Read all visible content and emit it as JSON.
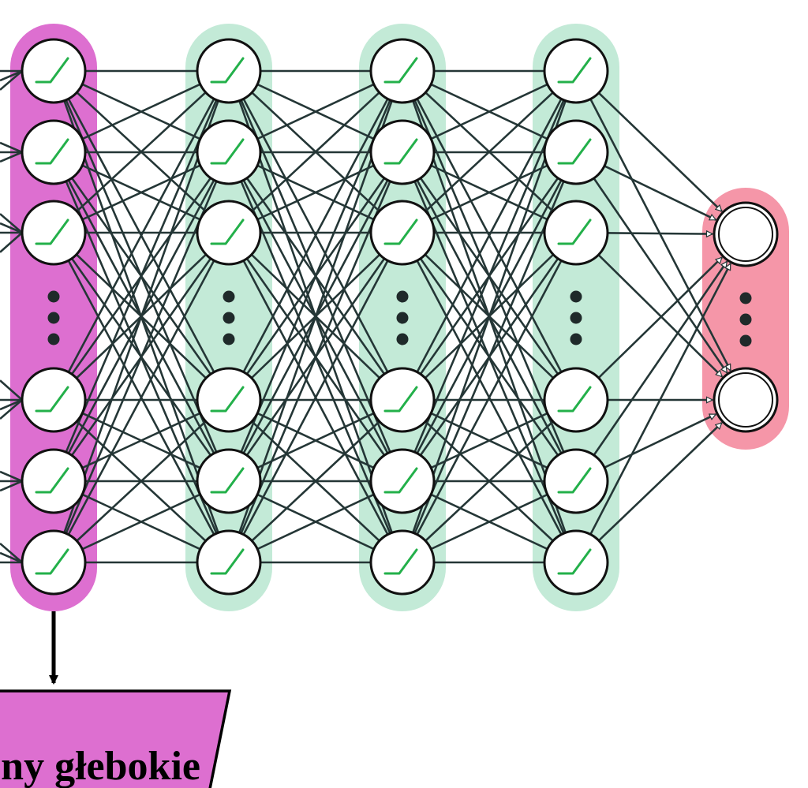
{
  "diagram": {
    "box_label": "ny głebokie",
    "colors": {
      "highlight_layer": "#dd6fd0",
      "hidden_layer": "#c3ead7",
      "output_layer": "#f596a8",
      "edge": "#243636",
      "node_stroke": "#111111",
      "activation": "#23b04a",
      "box_fill": "#dd6fd0"
    },
    "layers": [
      {
        "kind": "highlighted-hidden",
        "activation": "relu-icon",
        "visible_nodes": 6,
        "ellipsis": true
      },
      {
        "kind": "hidden",
        "activation": "relu-icon",
        "visible_nodes": 6,
        "ellipsis": true
      },
      {
        "kind": "hidden",
        "activation": "relu-icon",
        "visible_nodes": 6,
        "ellipsis": true
      },
      {
        "kind": "hidden",
        "activation": "relu-icon",
        "visible_nodes": 6,
        "ellipsis": true
      },
      {
        "kind": "output",
        "activation": "none",
        "visible_nodes": 2,
        "ellipsis": true
      }
    ]
  }
}
